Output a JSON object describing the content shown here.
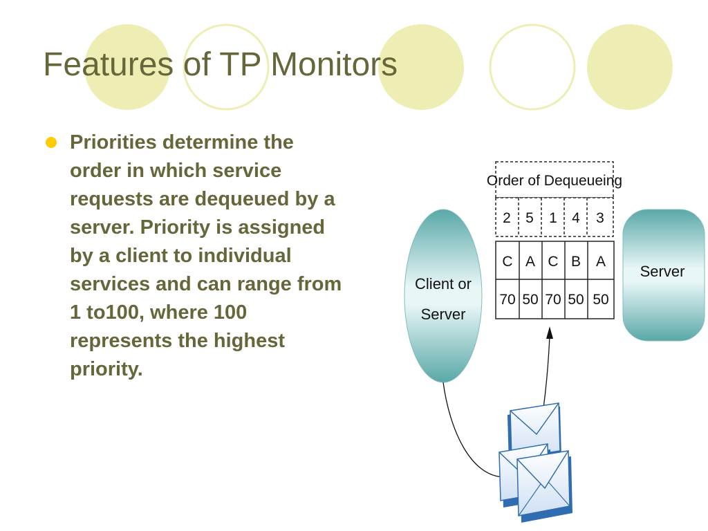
{
  "slide": {
    "title": "Features of TP Monitors",
    "bullet": "Priorities determine the order in which service requests are dequeued by a server. Priority is assigned by a client to individual services and can range from 1 to100, where 100 represents the highest priority."
  },
  "diagram": {
    "client_label_line1": "Client or",
    "client_label_line2": "Server",
    "server_label": "Server",
    "order_header": "Order of Dequeueing",
    "order": [
      "2",
      "5",
      "1",
      "4",
      "3"
    ],
    "services": [
      "C",
      "A",
      "C",
      "B",
      "A"
    ],
    "priorities": [
      "70",
      "50",
      "70",
      "50",
      "50"
    ],
    "messages_icon": "envelope-stack-icon"
  },
  "colors": {
    "title": "#66663a",
    "bullet_dot": "#ffcc00",
    "deco_circle": "#eeeeb4",
    "cylinder": "#8cc8c8"
  }
}
